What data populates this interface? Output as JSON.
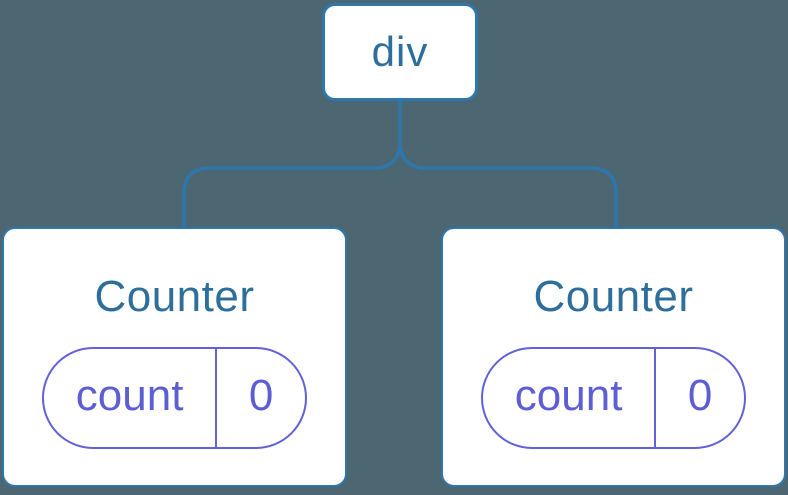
{
  "diagram": {
    "root": {
      "label": "div"
    },
    "children": [
      {
        "title": "Counter",
        "state": {
          "key": "count",
          "value": "0"
        }
      },
      {
        "title": "Counter",
        "state": {
          "key": "count",
          "value": "0"
        }
      }
    ],
    "colors": {
      "background": "#4C6672",
      "line": "#2E77AD",
      "node_text": "#2D6F9A",
      "state": "#6161D8",
      "state_text": "#5D5DD4",
      "card_bg": "#FFFFFF"
    }
  }
}
